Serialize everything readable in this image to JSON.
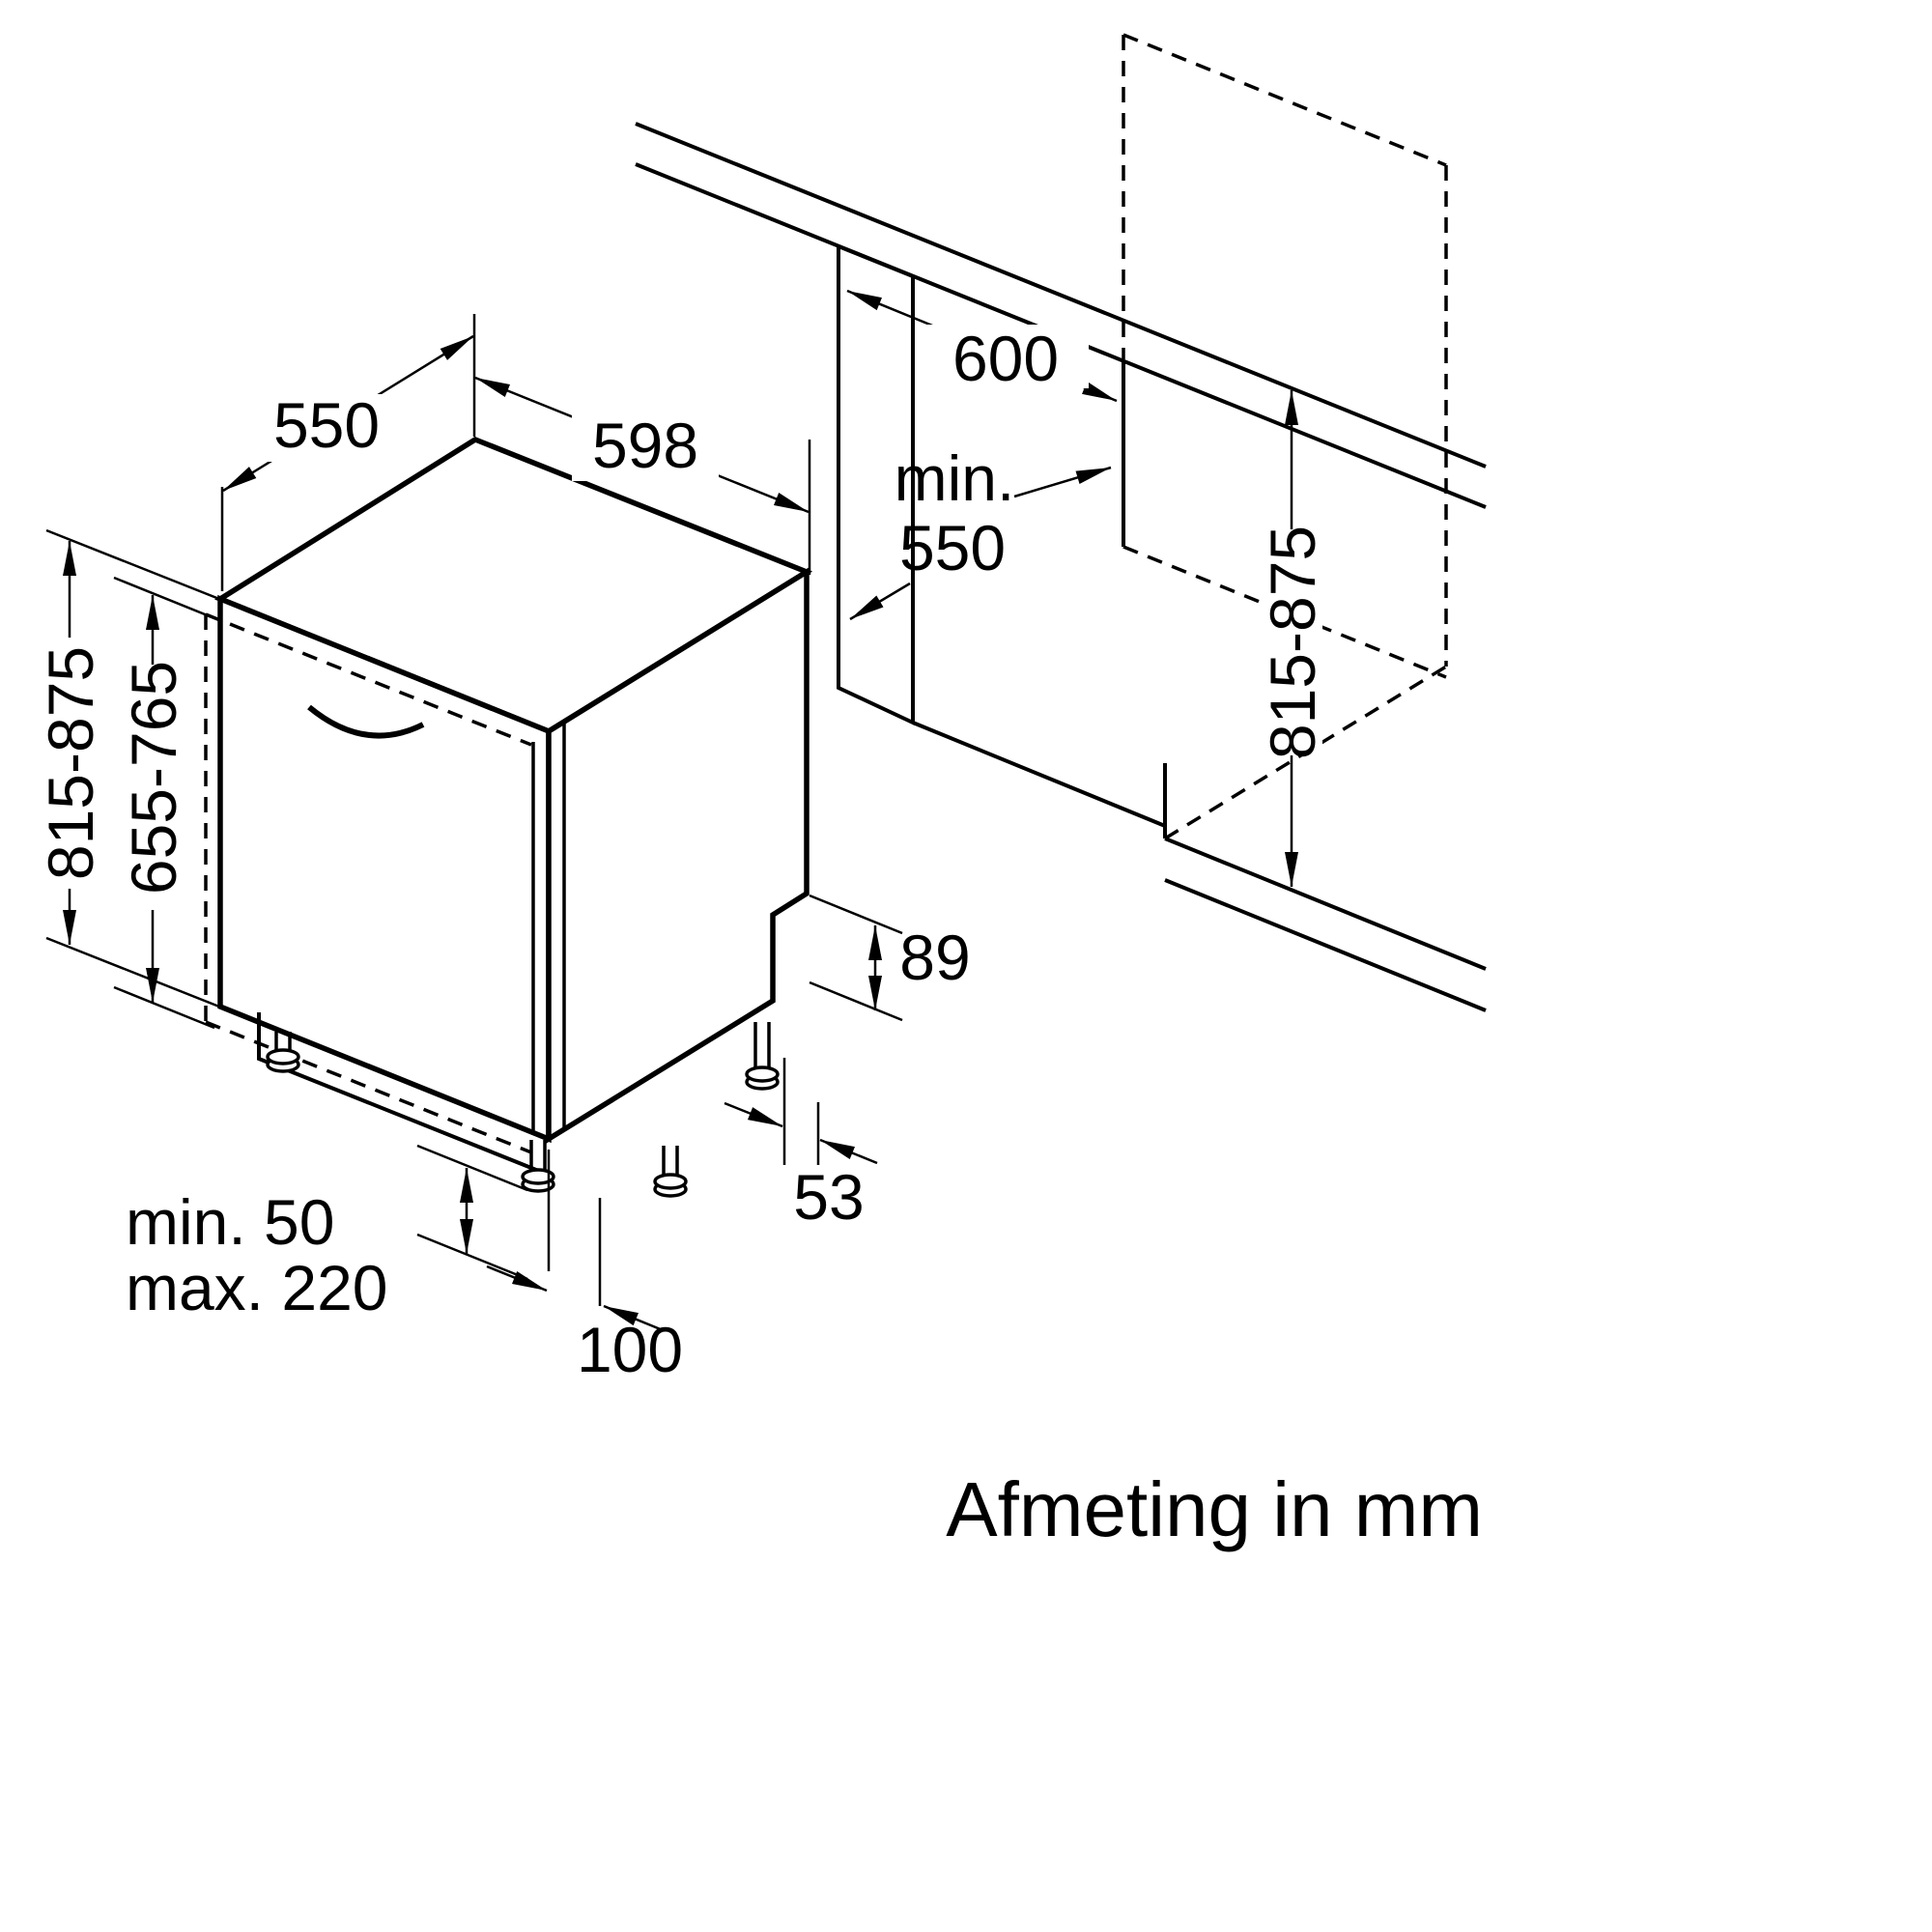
{
  "caption": "Afmeting in mm",
  "colors": {
    "line": "#000000",
    "background": "#ffffff"
  },
  "dimensions": {
    "top_depth": "550",
    "front_width": "598",
    "worktop_depth": "600",
    "niche_depth_prefix": "min.",
    "niche_depth_value": "550",
    "appliance_height": "815-875",
    "furniture_door_height": "655-765",
    "niche_height": "815-875",
    "rear_cutout_height": "89",
    "rear_foot_offset": "53",
    "front_foot_inset": "100",
    "plinth_clearance_min": "min. 50",
    "plinth_clearance_max": "max. 220"
  }
}
